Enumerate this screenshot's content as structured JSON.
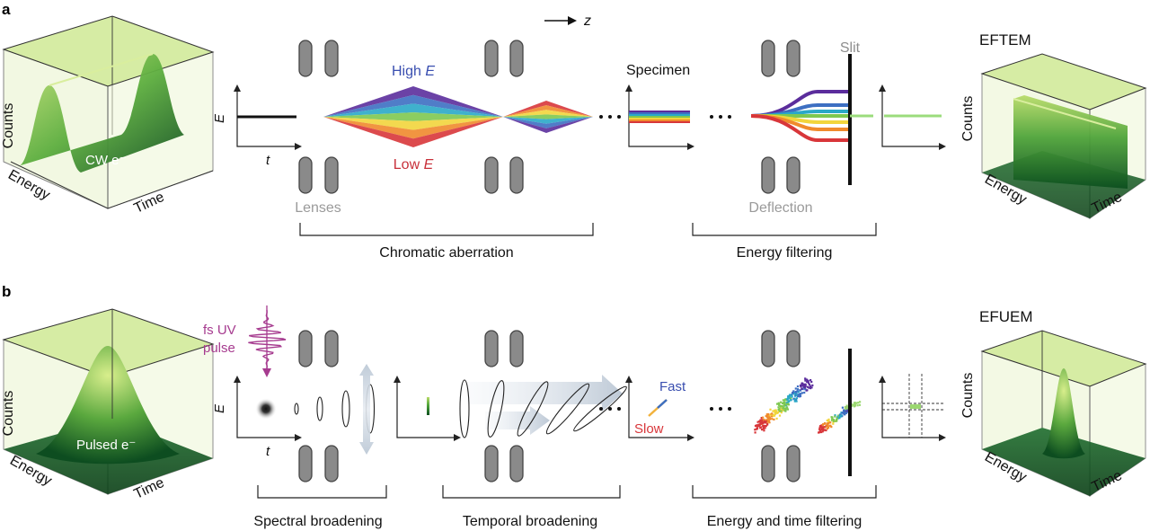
{
  "panels": {
    "a": {
      "letter": "a",
      "z_label": "z",
      "high_e": "High E",
      "low_e": "Low E",
      "specimen": "Specimen",
      "slit": "Slit",
      "lenses": "Lenses",
      "deflection": "Deflection",
      "chromatic": "Chromatic aberration",
      "energy_filtering": "Energy filtering",
      "left_box": {
        "label": "CW e⁻",
        "counts": "Counts",
        "energy": "Energy",
        "time": "Time"
      },
      "right_box": {
        "title": "EFTEM",
        "counts": "Counts",
        "energy": "Energy",
        "time": "Time"
      },
      "axis_e": "E",
      "axis_t": "t"
    },
    "b": {
      "letter": "b",
      "fs_line1": "fs UV",
      "fs_line2": "pulse",
      "fast": "Fast",
      "slow": "Slow",
      "spectral": "Spectral broadening",
      "temporal": "Temporal broadening",
      "et_filtering": "Energy and time  filtering",
      "left_box": {
        "label": "Pulsed e⁻",
        "counts": "Counts",
        "energy": "Energy",
        "time": "Time"
      },
      "right_box": {
        "title": "EFUEM",
        "counts": "Counts",
        "energy": "Energy",
        "time": "Time"
      },
      "axis_e": "E",
      "axis_t": "t"
    }
  },
  "colors": {
    "green_light": "#d9ecaa",
    "green_dark": "#0f5a24",
    "purple": "#a63b8f",
    "lens_gray": "#8a8a8a",
    "spectrum": [
      "#5b2d9c",
      "#3d6fc2",
      "#2aa8c8",
      "#7ec850",
      "#f2d53c",
      "#f08a2c",
      "#d8363a"
    ]
  }
}
